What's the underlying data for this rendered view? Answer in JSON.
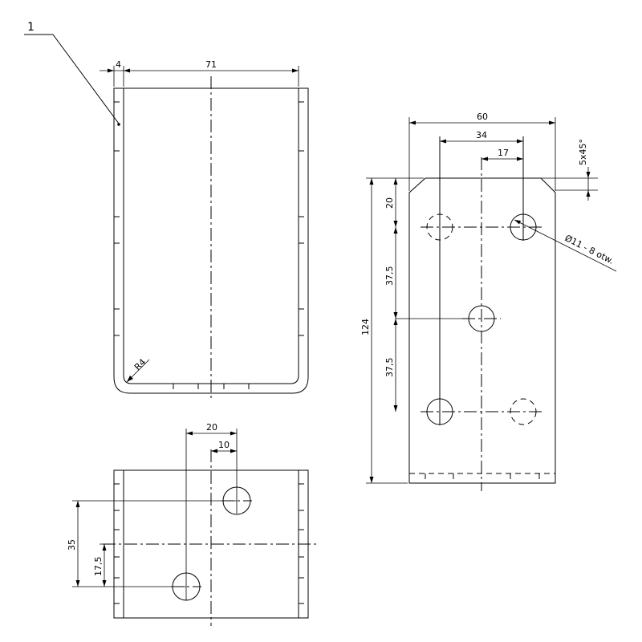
{
  "part_label": "1",
  "front_view": {
    "dim_wall": "4",
    "dim_inner_width": "71",
    "radius": "R4"
  },
  "side_view": {
    "dim_width": "60",
    "dim_hole_spacing": "34",
    "dim_half_width": "17",
    "chamfer": "5x45°",
    "dim_height": "124",
    "dim_top_offset": "20",
    "dim_pitch_upper": "37,5",
    "dim_pitch_lower": "37,5",
    "hole_note": "Ø11 - 8 otw."
  },
  "bottom_view": {
    "dim_hole_offset_outer": "20",
    "dim_hole_offset_inner": "10",
    "dim_hole_spacing": "35",
    "dim_hole_half": "17,5"
  }
}
